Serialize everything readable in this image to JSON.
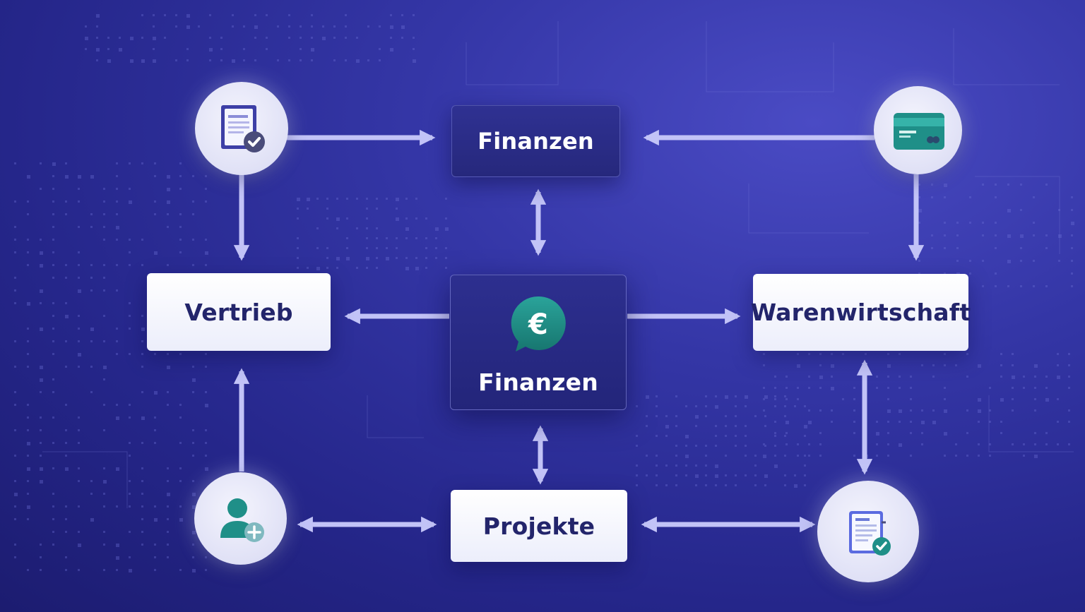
{
  "colors": {
    "arrow": "#b8b9f5",
    "arrow_strong": "#9d9ef0",
    "teal": "#1f8f88",
    "navy_text": "#23256b"
  },
  "nodes": {
    "top": {
      "label": "Finanzen"
    },
    "center": {
      "label": "Finanzen",
      "icon": "euro-chat-icon"
    },
    "left": {
      "label": "Vertrieb"
    },
    "right": {
      "label": "Warenwirtschaft"
    },
    "bottom": {
      "label": "Projekte"
    }
  },
  "icons": {
    "top_left": "document-check-icon",
    "top_right": "credit-card-icon",
    "bottom_left": "add-user-icon",
    "bottom_right": "invoice-check-icon"
  }
}
